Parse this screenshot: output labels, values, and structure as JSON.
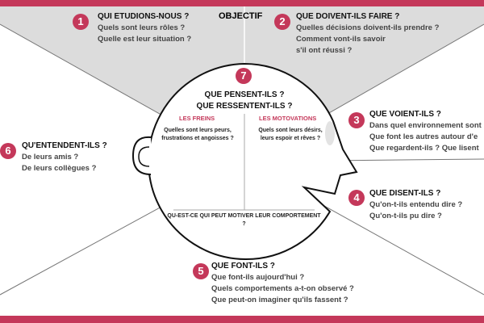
{
  "colors": {
    "accent": "#c4385a",
    "gray": "#d9d9d9"
  },
  "objectif": "OBJECTIF",
  "sections": [
    {
      "num": "1",
      "title": "QUI ETUDIONS-NOUS ?",
      "lines": [
        "Quels sont leurs rôles ?",
        "Quelle est leur situation ?"
      ]
    },
    {
      "num": "2",
      "title": "QUE DOIVENT-ILS FAIRE ?",
      "lines": [
        "Quelles décisions doivent-ils prendre ?",
        "Comment vont-ils savoir",
        "s'il ont réussi ?"
      ]
    },
    {
      "num": "3",
      "title": "QUE VOIENT-ILS ?",
      "lines": [
        "Dans quel environnement sont",
        "Que font les autres autour d'e",
        "Que regardent-ils ? Que lisent"
      ]
    },
    {
      "num": "4",
      "title": "QUE DISENT-ILS ?",
      "lines": [
        "Qu'on-t-ils entendu dire ?",
        "Qu'on-t-ils pu dire ?"
      ]
    },
    {
      "num": "5",
      "title": "QUE FONT-ILS ?",
      "lines": [
        "Que font-ils aujourd'hui ?",
        "Quels comportements a-t-on observé ?",
        "Que peut-on imaginer qu'ils fassent ?"
      ]
    },
    {
      "num": "6",
      "title": "QU'ENTENDENT-ILS ?",
      "lines": [
        "De leurs amis ?",
        "De leurs collègues ?"
      ]
    },
    {
      "num": "7",
      "title": "QUE PENSENT-ILS ?",
      "title2": "QUE RESSENTENT-ILS ?"
    }
  ],
  "head": {
    "freins_label": "LES FREINS",
    "freins_text": [
      "Quelles sont leurs peurs,",
      "frustrations et angoisses ?"
    ],
    "motivations_label": "LES MOTOVATIONS",
    "motivations_text": [
      "Quels sont leurs désirs,",
      "leurs espoir et rêves ?"
    ],
    "bottom": "QU-EST-CE QUI PEUT MOTIVER LEUR COMPORTEMENT ?"
  }
}
